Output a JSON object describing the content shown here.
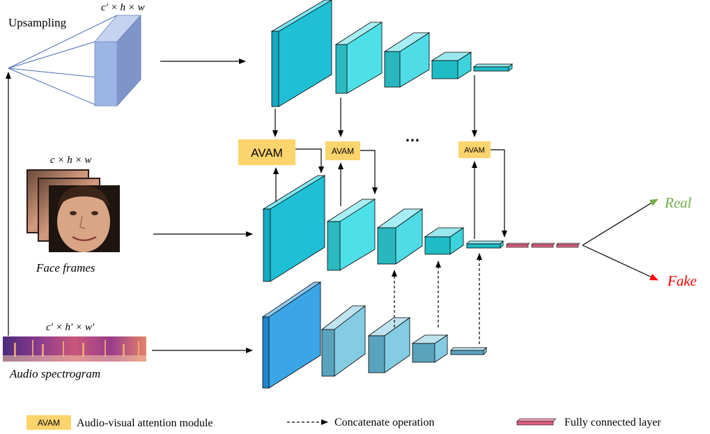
{
  "labels": {
    "upsampling": "Upsampling",
    "dim_top": "c′ × h  × w",
    "dim_face": "c × h  × w",
    "dim_audio": "c′ × h′  × w′",
    "face_frames": "Face frames",
    "audio_spectrogram": "Audio spectrogram",
    "avam": "AVAM",
    "ellipsis": "…",
    "real": "Real",
    "fake": "Fake"
  },
  "legend": {
    "avam_badge": "AVAM",
    "avam_text": "Audio-visual attention module",
    "concat_text": "Concatenate operation",
    "fc_text": "Fully connected layer"
  },
  "colors": {
    "avam_fill": "#fbd46d",
    "real": "#70ad47",
    "fake": "#ff0000",
    "fc_fill": "#e06080",
    "cyan_front": "#2ad0e6",
    "teal_front": "#3cc4cc",
    "blue_front": "#3aa6e6",
    "audio_teal_front": "#5aa3bd"
  }
}
